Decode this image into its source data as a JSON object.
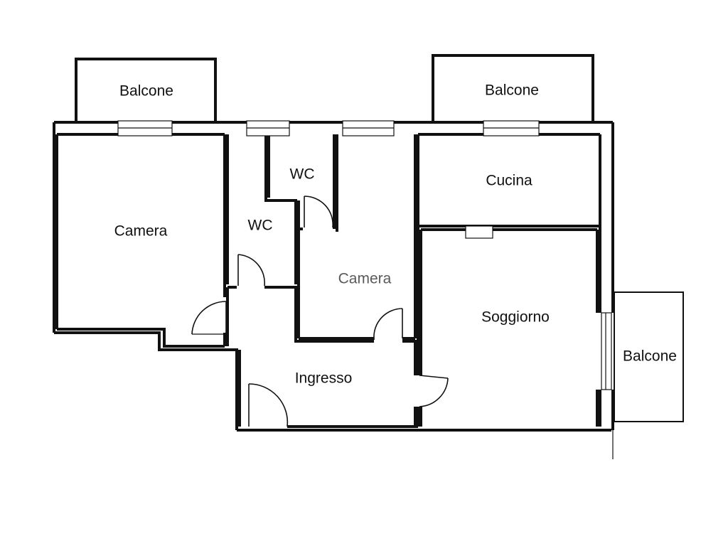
{
  "rooms": {
    "balcone_left": "Balcone",
    "balcone_top_right": "Balcone",
    "balcone_right": "Balcone",
    "camera_left": "Camera",
    "wc_middle": "WC",
    "wc_small": "WC",
    "camera_middle": "Camera",
    "cucina": "Cucina",
    "soggiorno": "Soggiorno",
    "ingresso": "Ingresso"
  }
}
